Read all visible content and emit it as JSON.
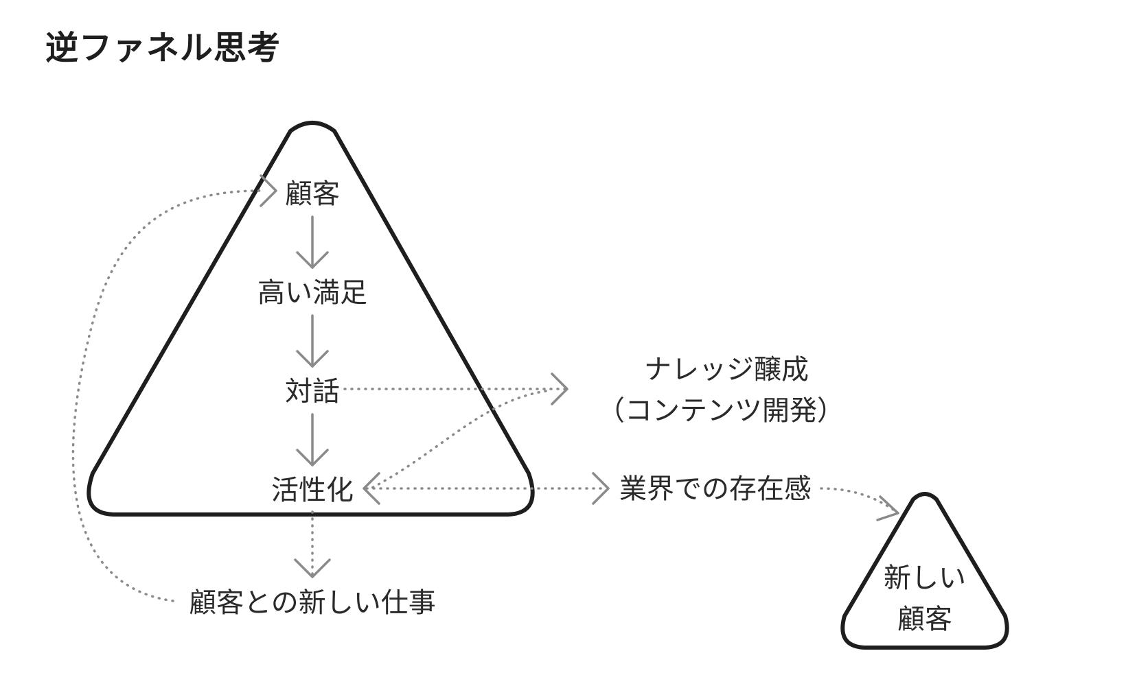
{
  "title": "逆ファネル思考",
  "nodes": {
    "customer": "顧客",
    "high_satisfaction": "高い満足",
    "dialogue": "対話",
    "activation": "活性化",
    "new_work": "顧客との新しい仕事",
    "knowledge_line1": "ナレッジ醸成",
    "knowledge_line2": "（コンテンツ開発）",
    "industry_presence": "業界での存在感",
    "new_customer_line1": "新しい",
    "new_customer_line2": "顧客"
  },
  "colors": {
    "outline": "#1e1e1e",
    "arrow": "#8a8a8a",
    "text": "#2a2a2a"
  }
}
